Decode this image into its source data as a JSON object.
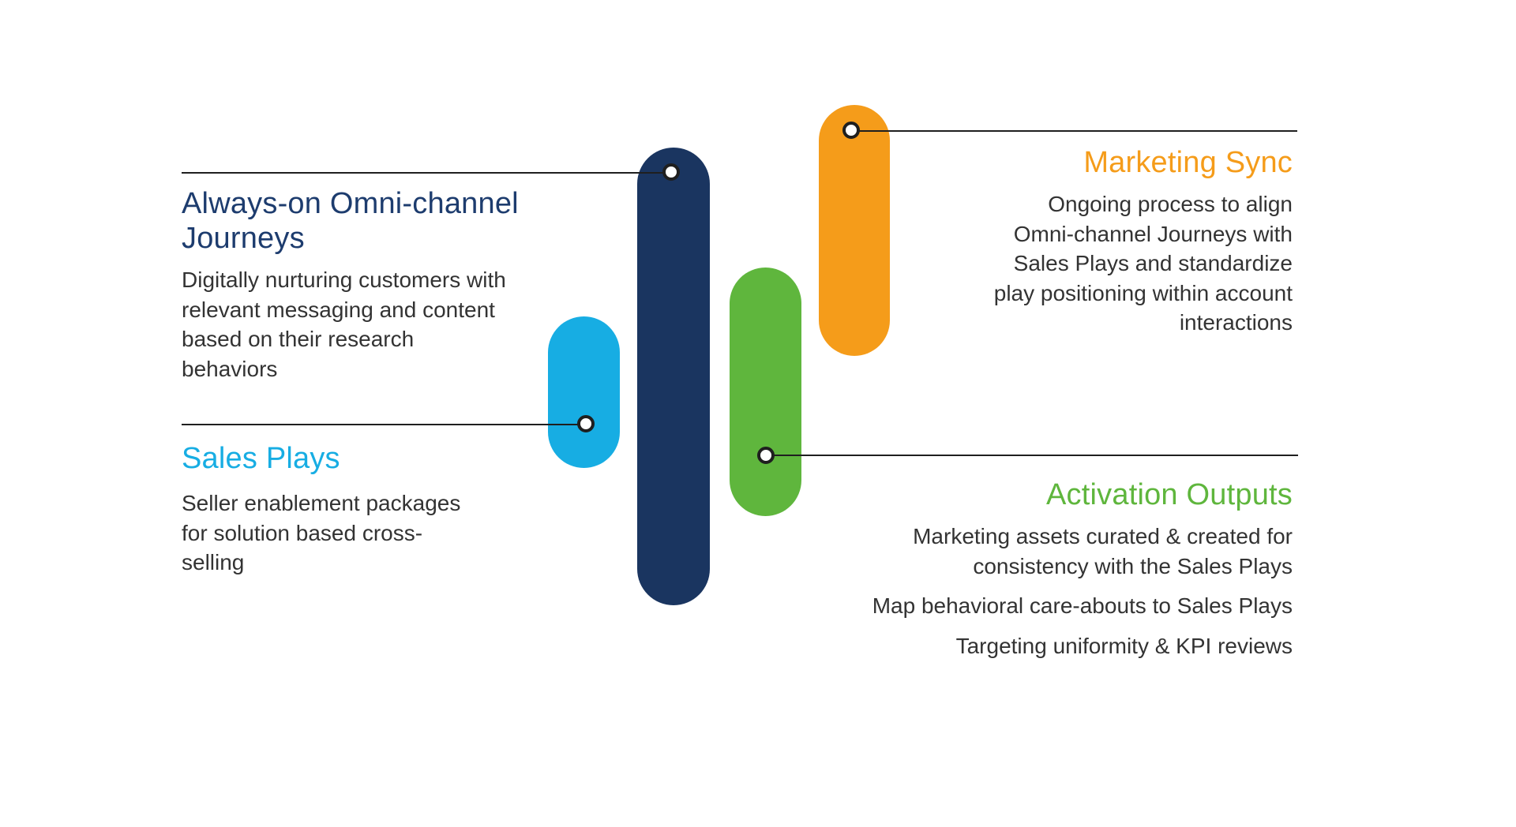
{
  "colors": {
    "navy": "#1a3560",
    "blue": "#17ade3",
    "green": "#5fb63d",
    "orange": "#f59c1a",
    "heading_navy": "#1d3c6e",
    "body_text": "#333333",
    "connector": "#1f1f1f"
  },
  "sections": {
    "journeys": {
      "title_line1": "Always-on Omni-channel",
      "title_line2": "Journeys",
      "body_lines": [
        "Digitally nurturing customers with",
        "relevant messaging and content",
        "based on their research",
        "behaviors"
      ]
    },
    "sales_plays": {
      "title": "Sales Plays",
      "body_lines": [
        "Seller enablement packages",
        "for solution based cross-",
        "selling"
      ]
    },
    "marketing_sync": {
      "title": "Marketing Sync",
      "body_lines": [
        "Ongoing process to align",
        "Omni-channel Journeys with",
        "Sales Plays and standardize",
        "play positioning within account",
        "interactions"
      ]
    },
    "activation_outputs": {
      "title": "Activation Outputs",
      "items": [
        {
          "lines": [
            "Marketing assets curated & created for",
            "consistency with the Sales Plays"
          ]
        },
        {
          "lines": [
            "Map behavioral care-abouts to Sales Plays"
          ]
        },
        {
          "lines": [
            "Targeting uniformity & KPI reviews"
          ]
        }
      ]
    }
  }
}
